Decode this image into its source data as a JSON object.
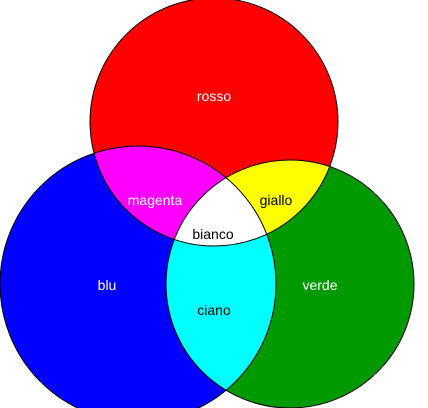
{
  "colors": {
    "rosso": "#ff0000",
    "verde": "#009900",
    "blu": "#0000ff",
    "magenta": "#ff00ff",
    "giallo": "#ffff00",
    "ciano": "#00ffff",
    "bianco": "#ffffff",
    "outline": "#000000"
  },
  "labels": {
    "red": "rosso",
    "green": "verde",
    "blue": "blu",
    "magenta": "magenta",
    "yellow": "giallo",
    "cyan": "ciano",
    "white": "bianco"
  },
  "label_colors": {
    "red": "#ffffff",
    "green": "#ffffff",
    "blue": "#ffffff",
    "magenta": "#ffffff",
    "yellow": "#000000",
    "cyan": "#000000",
    "white": "#000000"
  }
}
